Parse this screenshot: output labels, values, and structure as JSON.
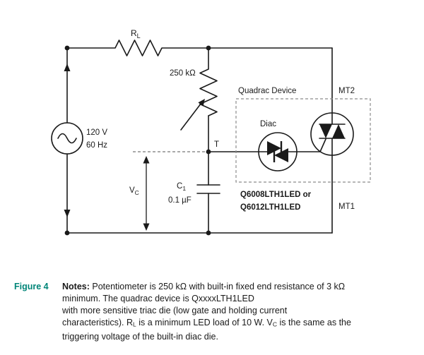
{
  "colors": {
    "accent": "#008578",
    "line": "#1a1a1a",
    "dashed_box": "#8c8c8c"
  },
  "figure": {
    "label": "Figure 4"
  },
  "caption": {
    "notes_label": "Notes:",
    "line1": " Potentiometer is 250 kΩ with built-in fixed end resistance of 3 kΩ",
    "line2": "minimum. The quadrac device is QxxxxLTH1LED",
    "line3": "with more sensitive triac die (low gate and holding current",
    "line4_pre": "characteristics). R",
    "line4_sub1": "L",
    "line4_mid": " is a minimum LED load of 10 W. V",
    "line4_sub2": "C",
    "line4_post": " is the same as the",
    "line5": "triggering voltage of the built-in diac die."
  },
  "circuit": {
    "load_resistor": {
      "main": "R",
      "sub": "L"
    },
    "potentiometer_value": "250 kΩ",
    "source": {
      "voltage": "120 V",
      "frequency": "60 Hz"
    },
    "node_label": "T",
    "capacitor": {
      "main": "C",
      "sub": "1",
      "value": "0.1 µF"
    },
    "vc": {
      "main": "V",
      "sub": "C"
    },
    "quadrac_box_label": "Quadrac Device",
    "diac_label": "Diac",
    "mt2_label": "MT2",
    "mt1_label": "MT1",
    "part_numbers_line1": "Q6008LTH1LED or",
    "part_numbers_line2": "Q6012LTH1LED"
  }
}
